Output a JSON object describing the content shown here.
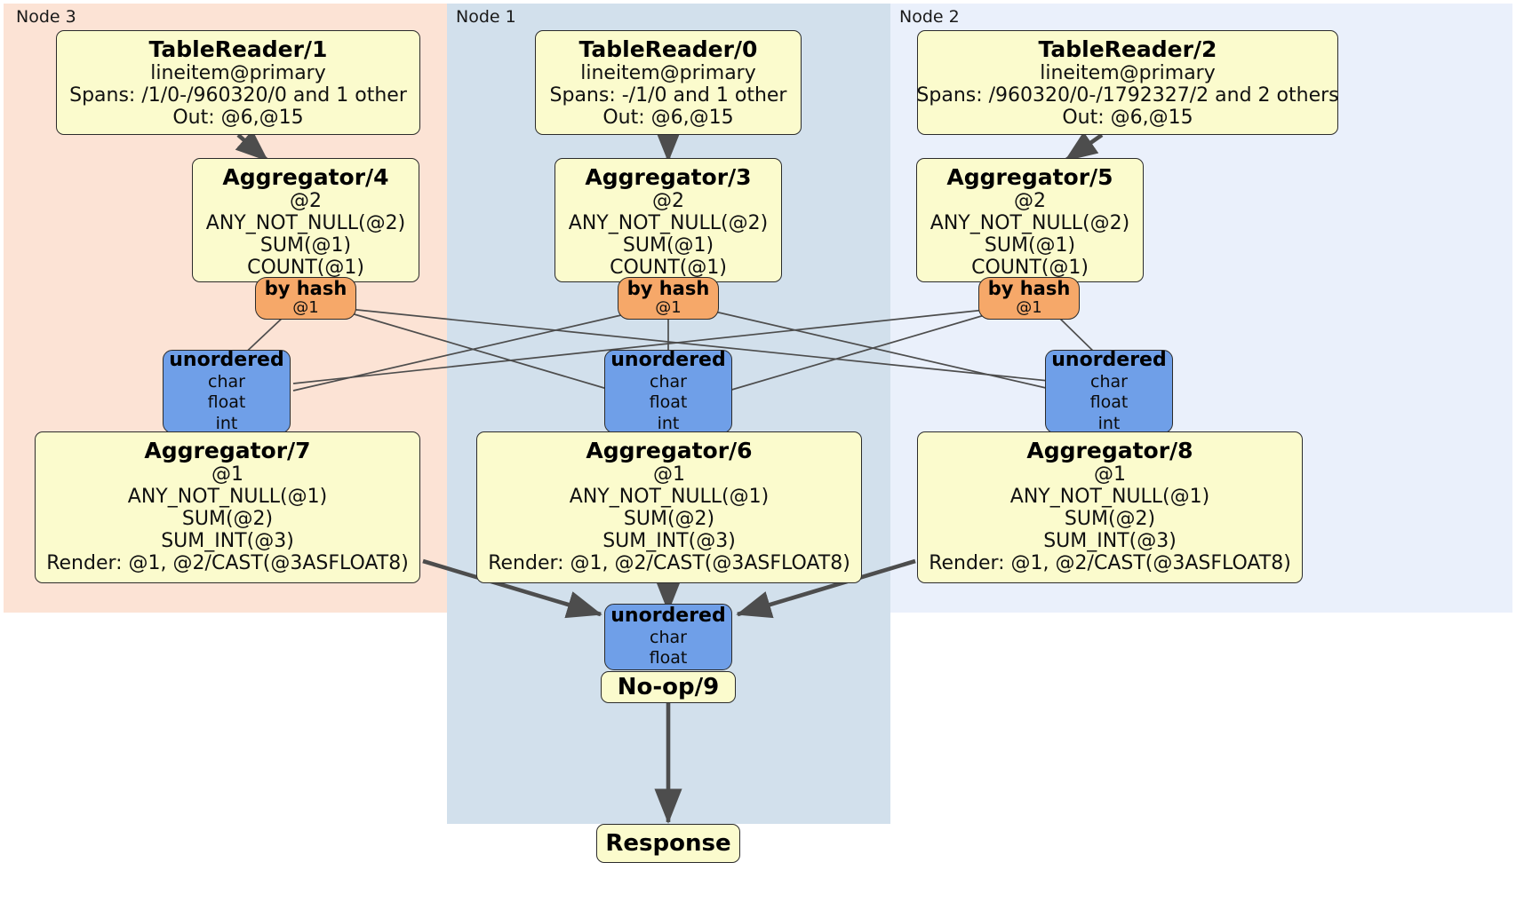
{
  "diagram": {
    "type": "distributed-query-plan",
    "title": "",
    "colors": {
      "node3_panel": "#fce3d5",
      "node1_panel": "#d2e0ec",
      "node2_panel": "#eaf0fb",
      "processor_box": "#fbfbcd",
      "router": "#f6a869",
      "receiver": "#6f9fe8",
      "edge": "#4d4d4d",
      "border": "#2b2b2b"
    },
    "nodes": [
      {
        "id": "node3",
        "label": "Node 3"
      },
      {
        "id": "node1",
        "label": "Node 1"
      },
      {
        "id": "node2",
        "label": "Node 2"
      }
    ]
  },
  "processors": {
    "tablereader1": {
      "title": "TableReader/1",
      "lines": [
        "lineitem@primary",
        "Spans: /1/0-/960320/0 and 1 other",
        "Out: @6,@15"
      ]
    },
    "tablereader0": {
      "title": "TableReader/0",
      "lines": [
        "lineitem@primary",
        "Spans: -/1/0 and 1 other",
        "Out: @6,@15"
      ]
    },
    "tablereader2": {
      "title": "TableReader/2",
      "lines": [
        "lineitem@primary",
        "Spans: /960320/0-/1792327/2 and 2 others",
        "Out: @6,@15"
      ]
    },
    "aggregator4": {
      "title": "Aggregator/4",
      "lines": [
        "@2",
        "ANY_NOT_NULL(@2)",
        "SUM(@1)",
        "COUNT(@1)"
      ]
    },
    "aggregator3": {
      "title": "Aggregator/3",
      "lines": [
        "@2",
        "ANY_NOT_NULL(@2)",
        "SUM(@1)",
        "COUNT(@1)"
      ]
    },
    "aggregator5": {
      "title": "Aggregator/5",
      "lines": [
        "@2",
        "ANY_NOT_NULL(@2)",
        "SUM(@1)",
        "COUNT(@1)"
      ]
    },
    "aggregator7": {
      "title": "Aggregator/7",
      "lines": [
        "@1",
        "ANY_NOT_NULL(@1)",
        "SUM(@2)",
        "SUM_INT(@3)",
        "Render: @1, @2/CAST(@3ASFLOAT8)"
      ]
    },
    "aggregator6": {
      "title": "Aggregator/6",
      "lines": [
        "@1",
        "ANY_NOT_NULL(@1)",
        "SUM(@2)",
        "SUM_INT(@3)",
        "Render: @1, @2/CAST(@3ASFLOAT8)"
      ]
    },
    "aggregator8": {
      "title": "Aggregator/8",
      "lines": [
        "@1",
        "ANY_NOT_NULL(@1)",
        "SUM(@2)",
        "SUM_INT(@3)",
        "Render: @1, @2/CAST(@3ASFLOAT8)"
      ]
    },
    "noop9": {
      "title": "No-op/9"
    },
    "response": {
      "title": "Response"
    }
  },
  "routers": {
    "hash_node3": {
      "title": "by hash",
      "lines": [
        "@1"
      ]
    },
    "hash_node1": {
      "title": "by hash",
      "lines": [
        "@1"
      ]
    },
    "hash_node2": {
      "title": "by hash",
      "lines": [
        "@1"
      ]
    }
  },
  "receivers": {
    "recv_node3": {
      "title": "unordered",
      "lines": [
        "char",
        "float",
        "int"
      ]
    },
    "recv_node1": {
      "title": "unordered",
      "lines": [
        "char",
        "float",
        "int"
      ]
    },
    "recv_node2": {
      "title": "unordered",
      "lines": [
        "char",
        "float",
        "int"
      ]
    },
    "recv_final": {
      "title": "unordered",
      "lines": [
        "char",
        "float"
      ]
    }
  }
}
